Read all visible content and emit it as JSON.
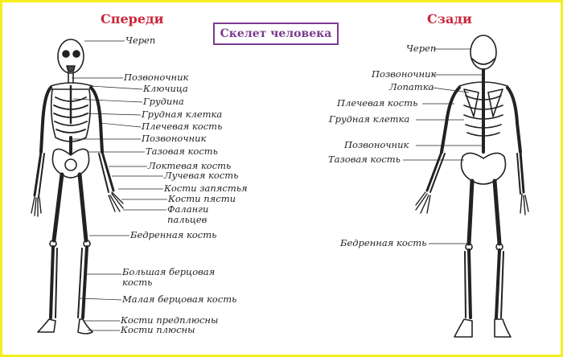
{
  "title": "Скелет человека",
  "views": {
    "front": {
      "heading": "Спереди",
      "labels": [
        {
          "id": "cherep",
          "text": "Череп"
        },
        {
          "id": "pozvonochnik1",
          "text": "Позвоночник"
        },
        {
          "id": "klyuchica",
          "text": "Ключица"
        },
        {
          "id": "grudina",
          "text": "Грудина"
        },
        {
          "id": "grudnaya-kletka",
          "text": "Грудная клетка"
        },
        {
          "id": "plechevaya",
          "text": "Плечевая кость"
        },
        {
          "id": "pozvonochnik2",
          "text": "Позвоночник"
        },
        {
          "id": "tazovaya",
          "text": "Тазовая кость"
        },
        {
          "id": "loktevaya",
          "text": "Локтевая кость"
        },
        {
          "id": "luchevaya",
          "text": "Лучевая кость"
        },
        {
          "id": "zapyastya",
          "text": "Кости запястья"
        },
        {
          "id": "pyasti",
          "text": "Кости пясти"
        },
        {
          "id": "falangi",
          "text": "Фаланги пальцев"
        },
        {
          "id": "bedrennaya",
          "text": "Бедренная кость"
        },
        {
          "id": "bolshaya-bercovaya",
          "text": "Большая берцовая кость"
        },
        {
          "id": "malaya-bercovaya",
          "text": "Малая берцовая кость"
        },
        {
          "id": "predplyusny",
          "text": "Кости предплюсны"
        },
        {
          "id": "plyusny",
          "text": "Кости плюсны"
        }
      ]
    },
    "back": {
      "heading": "Сзади",
      "labels": [
        {
          "id": "cherep",
          "text": "Череп"
        },
        {
          "id": "pozvonochnik1",
          "text": "Позвоночник"
        },
        {
          "id": "lopatka",
          "text": "Лопатка"
        },
        {
          "id": "plechevaya",
          "text": "Плечевая кость"
        },
        {
          "id": "grudnaya-kletka",
          "text": "Грудная клетка"
        },
        {
          "id": "pozvonochnik2",
          "text": "Позвоночник"
        },
        {
          "id": "tazovaya",
          "text": "Тазовая кость"
        },
        {
          "id": "bedrennaya",
          "text": "Бедренная кость"
        }
      ]
    }
  },
  "colors": {
    "border": "#f4ee1e",
    "heading": "#c8283c",
    "title": "#7a3b8f",
    "ink": "#222222"
  }
}
